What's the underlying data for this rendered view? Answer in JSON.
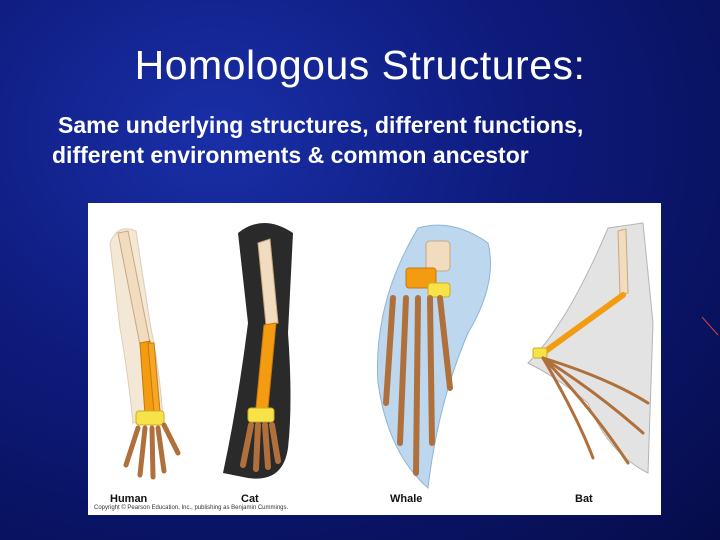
{
  "slide": {
    "title": "Homologous Structures:",
    "subtitle_line1": "Same underlying structures, different functions,",
    "subtitle_line2": "different environments & common ancestor"
  },
  "figure": {
    "labels": {
      "human": "Human",
      "cat": "Cat",
      "whale": "Whale",
      "bat": "Bat"
    },
    "copyright": "Copyright © Pearson Education, Inc., publishing as Benjamin Cummings."
  },
  "colors": {
    "background": "#0d1a7a",
    "upper_bone": "#f2dcc0",
    "forearm_bone": "#f39c12",
    "wrist_bone": "#f7e24a",
    "hand_bone": "#b0703c"
  }
}
